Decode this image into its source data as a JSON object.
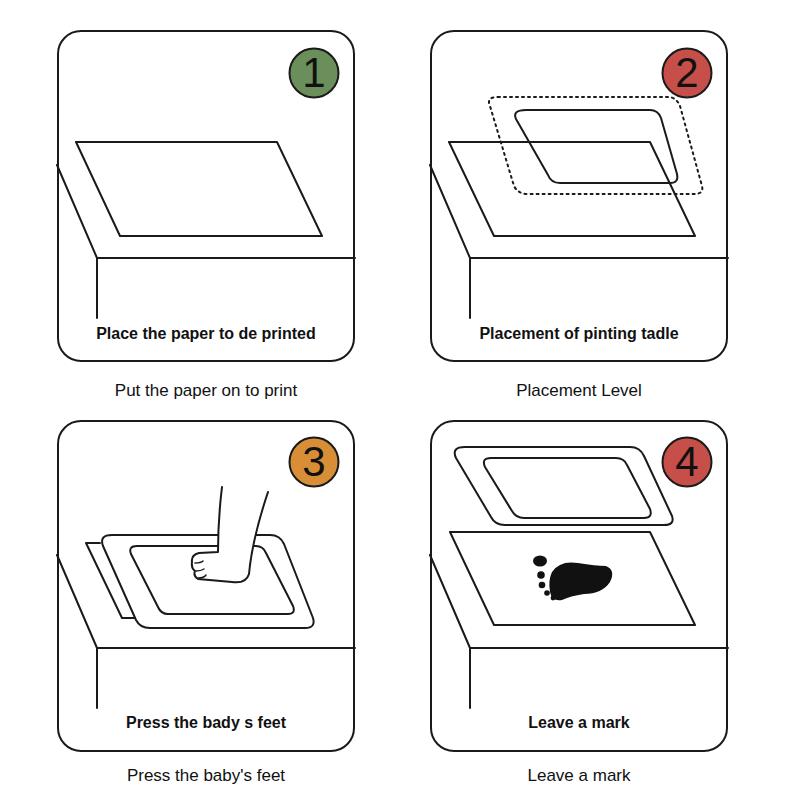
{
  "diagram": {
    "nodes": [
      {
        "text": [
          "Place the paper to de printed",
          "Put the paper on to print"
        ]
      },
      {
        "text": [
          "1"
        ],
        "in": 0
      },
      {
        "text": [
          "Placement of pinting tadle",
          "Placement Level"
        ]
      },
      {
        "text": [
          "2"
        ],
        "in": 2
      },
      {
        "text": [
          "Press the bady s feet",
          "Press the baby's feet"
        ]
      },
      {
        "text": [
          "3"
        ],
        "in": 4
      },
      {
        "text": [
          "Leave a mark",
          "Leave a mark"
        ]
      },
      {
        "text": [
          "4"
        ],
        "in": 6
      }
    ]
  }
}
